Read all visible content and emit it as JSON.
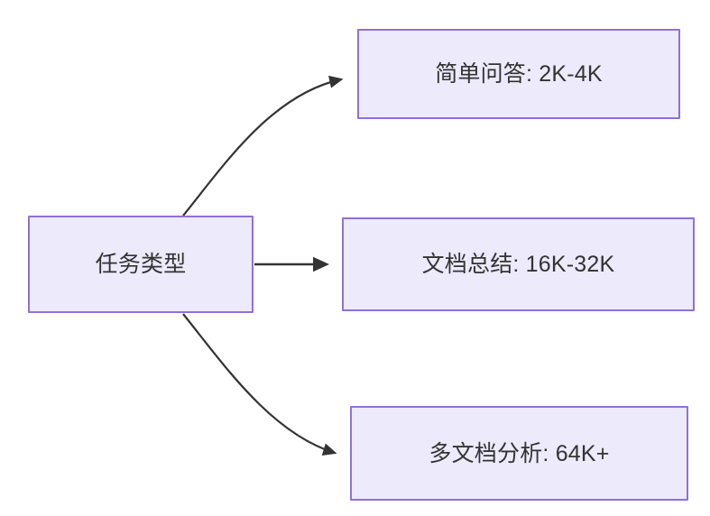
{
  "diagram": {
    "type": "flowchart",
    "direction": "left-to-right",
    "background_color": "#FFFFFF",
    "node_fill_color": "#ECEAFB",
    "node_border_color": "#9070DB",
    "node_text_color": "#333333",
    "edge_color": "#333333",
    "nodes": {
      "source": {
        "id": "task-type",
        "label": "任务类型"
      },
      "targets": [
        {
          "id": "simple-qa",
          "label": "简单问答: 2K-4K"
        },
        {
          "id": "doc-summary",
          "label": "文档总结: 16K-32K"
        },
        {
          "id": "multi-doc",
          "label": "多文档分析: 64K+"
        }
      ]
    },
    "edges": [
      {
        "from": "task-type",
        "to": "simple-qa",
        "label": "",
        "style": "curved",
        "arrowhead": "filled-triangle"
      },
      {
        "from": "task-type",
        "to": "doc-summary",
        "label": "",
        "style": "straight",
        "arrowhead": "filled-triangle"
      },
      {
        "from": "task-type",
        "to": "multi-doc",
        "label": "",
        "style": "curved",
        "arrowhead": "filled-triangle"
      }
    ]
  }
}
